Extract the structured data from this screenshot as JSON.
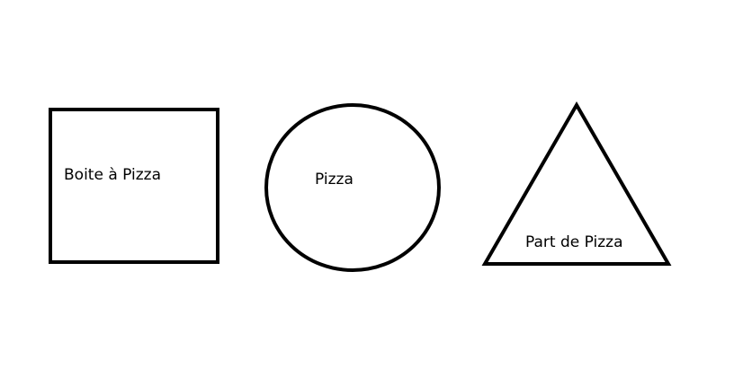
{
  "diagram": {
    "shapes": [
      {
        "kind": "square",
        "label": "Boite à Pizza"
      },
      {
        "kind": "circle",
        "label": "Pizza"
      },
      {
        "kind": "triangle",
        "label": "Part de Pizza"
      }
    ],
    "colors": {
      "background": "#ffffff",
      "stroke": "#000000",
      "text": "#000000"
    }
  }
}
